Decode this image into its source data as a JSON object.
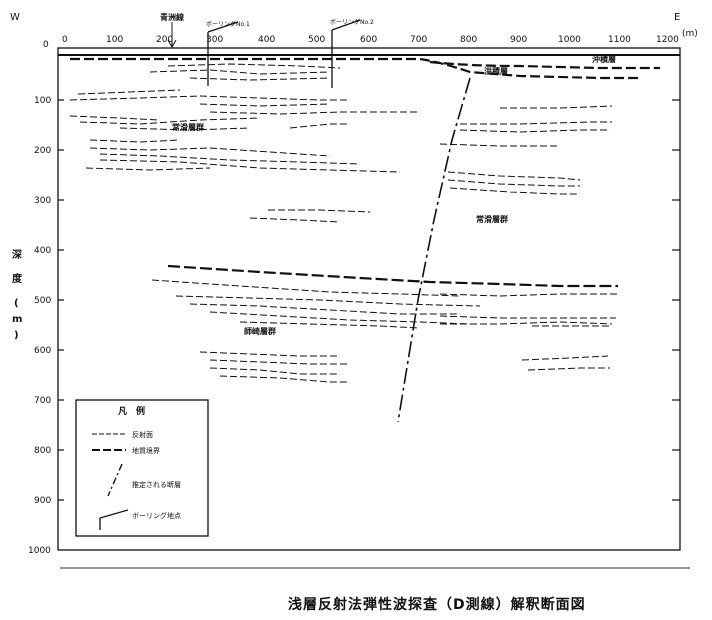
{
  "section": {
    "dir_west": "W",
    "dir_east": "E",
    "unit_x": "(m)",
    "x_ticks": [
      "0",
      "100",
      "200",
      "300",
      "400",
      "500",
      "600",
      "700",
      "800",
      "900",
      "1000",
      "1100",
      "1200"
    ],
    "y_ticks": [
      "0",
      "100",
      "200",
      "300",
      "400",
      "500",
      "600",
      "700",
      "800",
      "900",
      "1000"
    ],
    "y_label": [
      "深",
      "度",
      "(",
      "m",
      ")"
    ],
    "label_road": "青洲線",
    "label_bh1": "ボーリングNo.1",
    "label_bh2": "ボーリングNo.2",
    "formations": {
      "alluvium": "沖積層",
      "alluvium2": "洪積層",
      "tokoname_w": "常滑層群",
      "tokoname_e": "常滑層群",
      "matsushima": "師崎層群"
    }
  },
  "legend": {
    "title": "凡　例",
    "items": [
      {
        "label": "反射面",
        "symbol": "thin-dash"
      },
      {
        "label": "地質境界",
        "symbol": "thick-dash"
      },
      {
        "label": "推定される断層",
        "symbol": "fault"
      },
      {
        "label": "ボーリング地点",
        "symbol": "borehole"
      }
    ]
  },
  "caption": "浅層反射法弾性波探査（D測線）解釈断面図"
}
